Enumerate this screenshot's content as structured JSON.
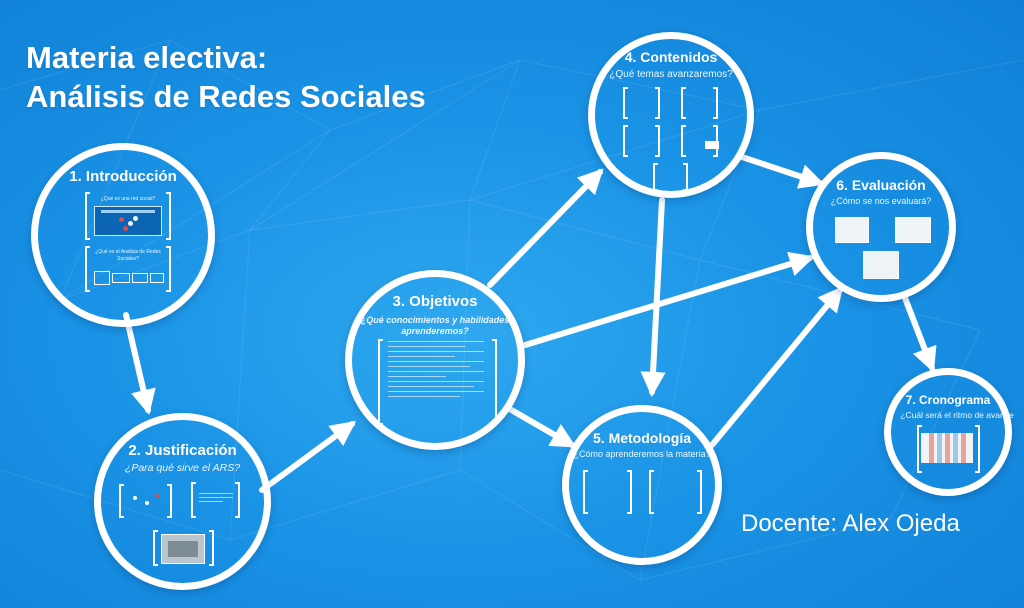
{
  "title": {
    "line1": "Materia electiva:",
    "line2": "Análisis de Redes Sociales"
  },
  "nodes": {
    "introduccion": {
      "title": "1. Introducción",
      "items": [
        "¿Qué es una red social?",
        "¿Qué es el Análisis de Redes Sociales?"
      ]
    },
    "justificacion": {
      "title": "2. Justificación",
      "subtitle": "¿Para qué sirve el ARS?"
    },
    "objetivos": {
      "title": "3. Objetivos",
      "subtitle_line1": "¿Qué conocimientos y habilidades",
      "subtitle_line2": "aprenderemos?"
    },
    "contenidos": {
      "title": "4. Contenidos",
      "subtitle": "¿Qué temas avanzaremos?"
    },
    "metodologia": {
      "title": "5. Metodología",
      "subtitle": "¿Cómo aprenderemos la materia?"
    },
    "evaluacion": {
      "title": "6. Evaluación",
      "subtitle": "¿Cómo se nos evaluará?"
    },
    "cronograma": {
      "title": "7. Cronograma",
      "subtitle": "¿Cuál será el ritmo de avance"
    }
  },
  "docente": "Docente: Alex Ojeda",
  "colors": {
    "background": "#1a93e6",
    "circle_stroke": "#ffffff",
    "arrow": "#ffffff"
  }
}
